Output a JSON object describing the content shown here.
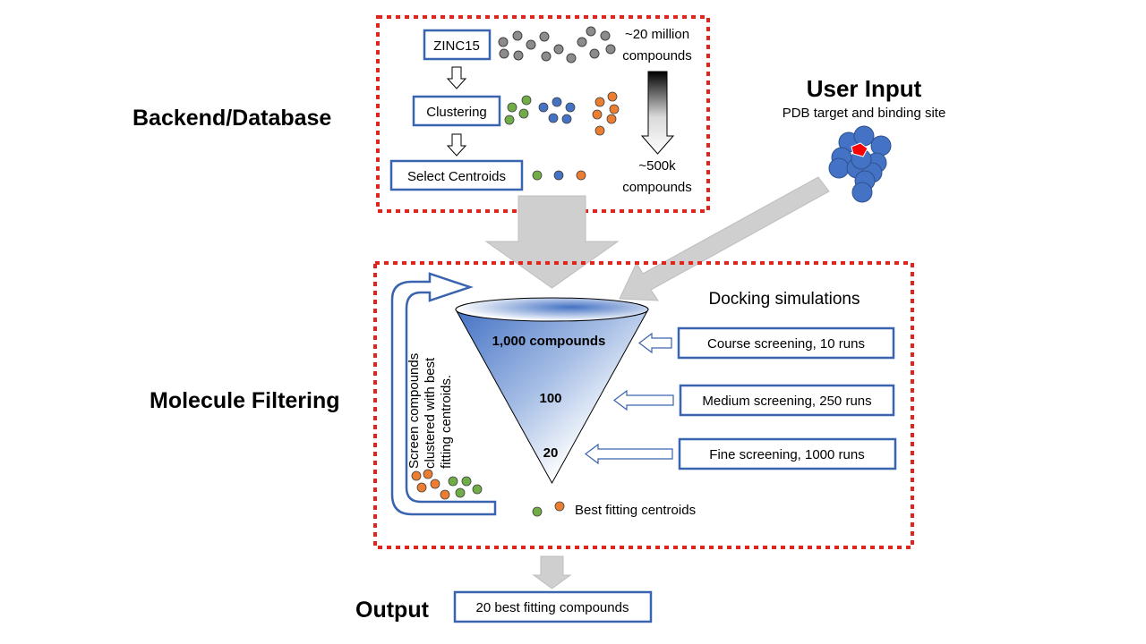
{
  "sections": {
    "backend": "Backend/Database",
    "user_input": "User Input",
    "user_input_sub": "PDB target and binding site",
    "filtering": "Molecule Filtering",
    "output": "Output"
  },
  "backend_box": {
    "zinc": "ZINC15",
    "clustering": "Clustering",
    "select_centroids": "Select Centroids",
    "count_top_1": "~20 million",
    "count_top_2": "compounds",
    "count_bottom_1": "~500k",
    "count_bottom_2": "compounds"
  },
  "filtering_box": {
    "docking_title": "Docking simulations",
    "funnel_levels": [
      "1,000 compounds",
      "100",
      "20"
    ],
    "screenings": [
      "Course screening, 10 runs",
      "Medium screening, 250 runs",
      "Fine screening, 1000 runs"
    ],
    "loop_text": [
      "Screen compounds",
      "clustered with best",
      "fitting centroids."
    ],
    "best_fitting": "Best fitting centroids"
  },
  "output_box": {
    "label": "20 best fitting compounds"
  },
  "colors": {
    "dashed_border": "#e3241b",
    "box_border": "#3a63b0",
    "gray_dot": "#8c8c8c",
    "green_dot": "#70ad47",
    "blue_dot": "#4472c4",
    "orange_dot": "#ed7d31",
    "arrow_gray": "#cfcfcf",
    "protein_blue": "#4472c4",
    "binding_site_red": "#ff0000"
  }
}
